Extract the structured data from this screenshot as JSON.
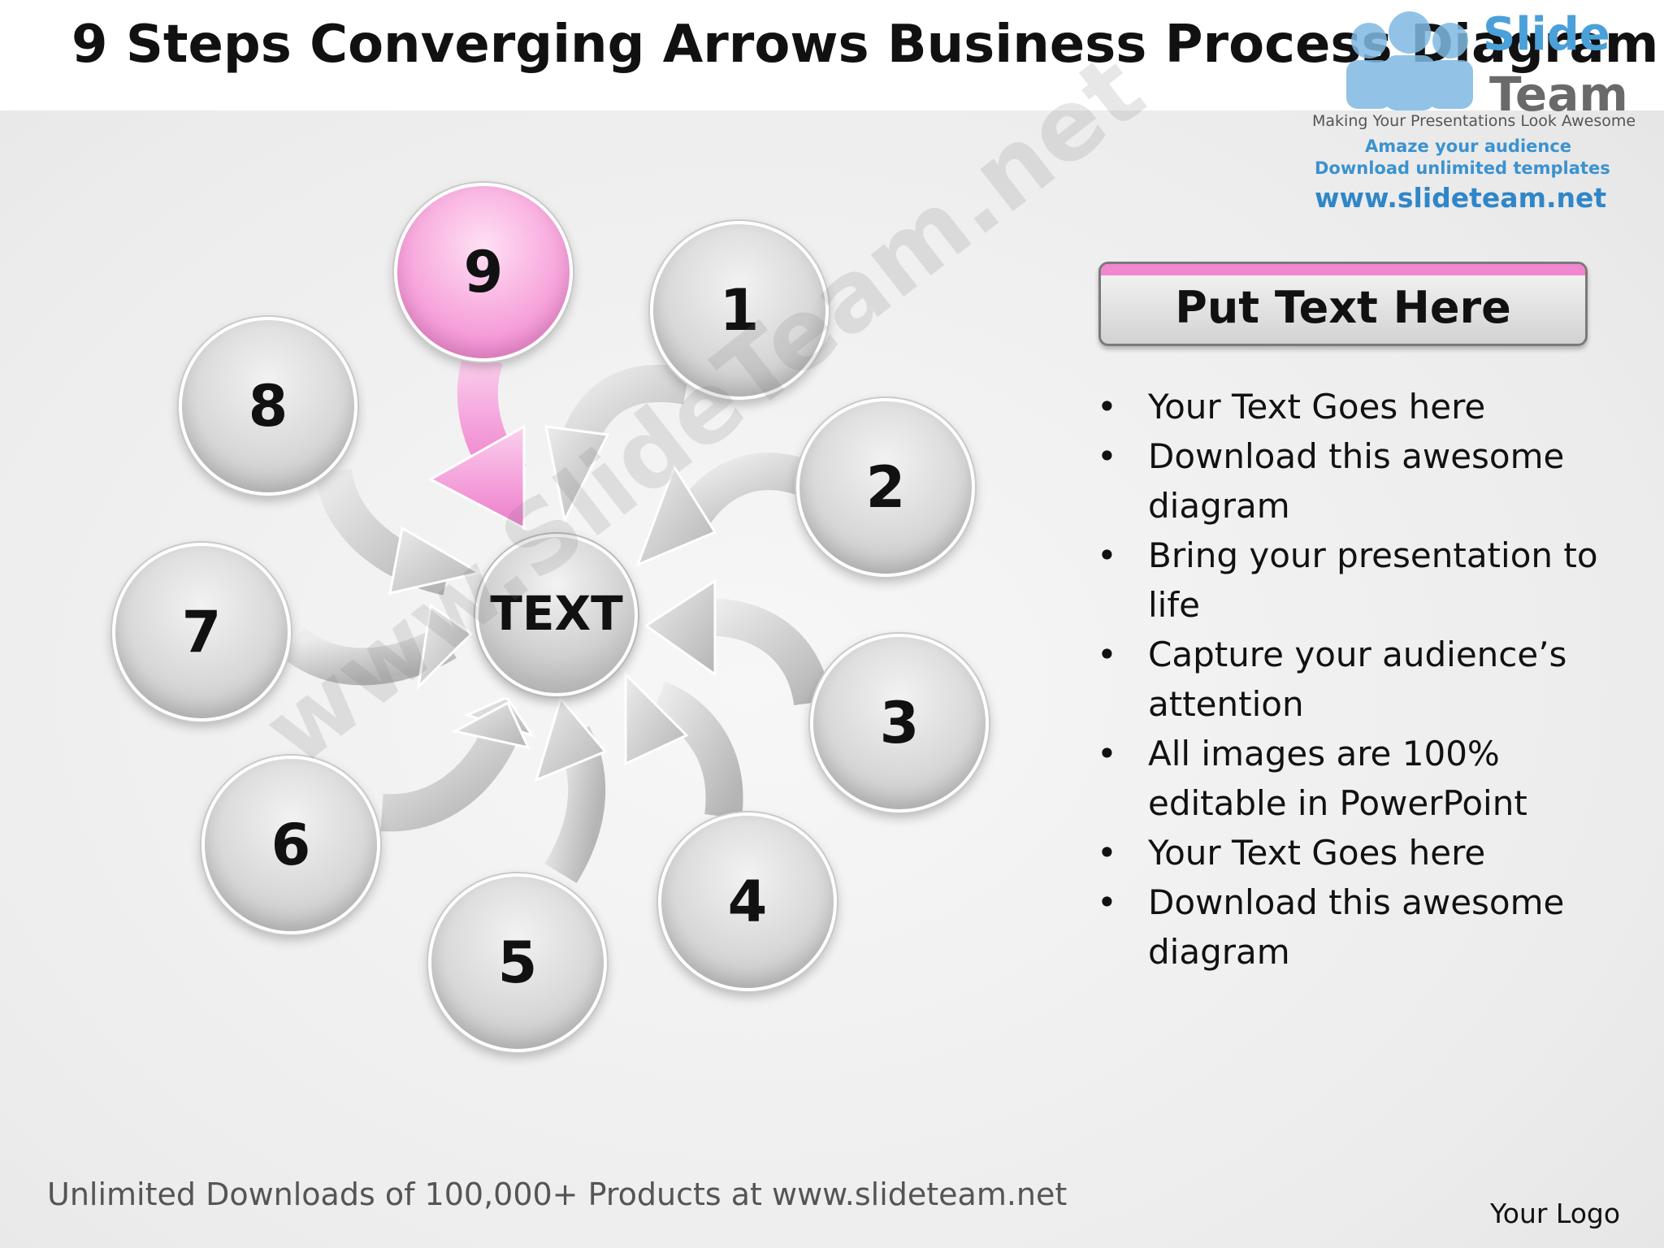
{
  "title": "9 Steps Converging Arrows Business Process Diagram",
  "logo": {
    "brand_top": "Slide",
    "brand_bottom": "Team",
    "tagline": "Making Your Presentations Look Awesome",
    "line1": "Amaze your audience",
    "line2": "Download unlimited templates",
    "url": "www.slideteam.net"
  },
  "diagram": {
    "center_label": "TEXT",
    "steps": [
      {
        "label": "1",
        "active": false
      },
      {
        "label": "2",
        "active": false
      },
      {
        "label": "3",
        "active": false
      },
      {
        "label": "4",
        "active": false
      },
      {
        "label": "5",
        "active": false
      },
      {
        "label": "6",
        "active": false
      },
      {
        "label": "7",
        "active": false
      },
      {
        "label": "8",
        "active": false
      },
      {
        "label": "9",
        "active": true
      }
    ],
    "colors": {
      "active": "#f286cf",
      "neutral": "#cfcfcf"
    }
  },
  "watermark": "www.SlideTeam.net",
  "textbox": {
    "heading": "Put Text Here",
    "bullets": [
      "Your Text Goes here",
      "Download this awesome diagram",
      "Bring your presentation to life",
      "Capture your audience’s attention",
      "All images are 100% editable in PowerPoint",
      "Your Text Goes here",
      "Download this awesome diagram"
    ]
  },
  "footer": "Unlimited Downloads of 100,000+ Products at www.slideteam.net",
  "your_logo": "Your Logo"
}
